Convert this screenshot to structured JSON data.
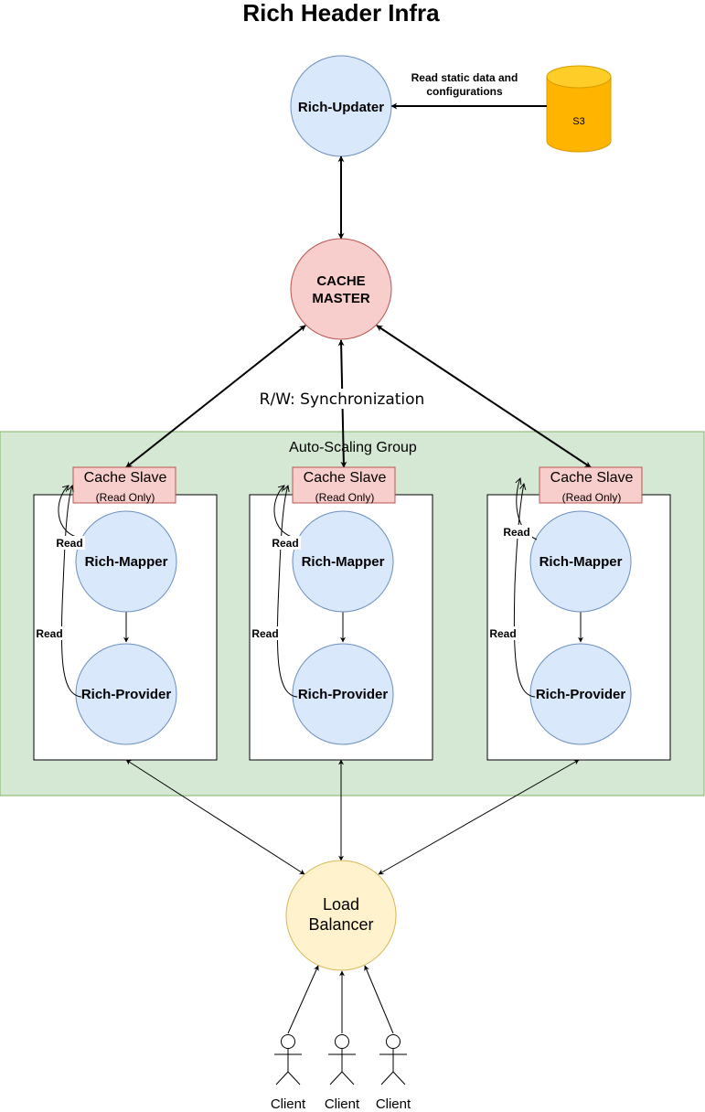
{
  "title": "Rich Header Infra",
  "rich_updater": {
    "label": "Rich-Updater"
  },
  "s3": {
    "label": "S3",
    "edge_label_line1": "Read static data and",
    "edge_label_line2": "configurations"
  },
  "cache_master": {
    "label_line1": "CACHE",
    "label_line2": "MASTER"
  },
  "sync_label": "R/W: Synchronization",
  "asg": {
    "label": "Auto-Scaling Group"
  },
  "instances": [
    {
      "slave_title": "Cache Slave",
      "slave_sub": "(Read Only)",
      "mapper": "Rich-Mapper",
      "provider": "Rich-Provider",
      "read_mapper": "Read",
      "read_provider": "Read"
    },
    {
      "slave_title": "Cache Slave",
      "slave_sub": "(Read Only)",
      "mapper": "Rich-Mapper",
      "provider": "Rich-Provider",
      "read_mapper": "Read",
      "read_provider": "Read"
    },
    {
      "slave_title": "Cache Slave",
      "slave_sub": "(Read Only)",
      "mapper": "Rich-Mapper",
      "provider": "Rich-Provider",
      "read_mapper": "Read",
      "read_provider": "Read"
    }
  ],
  "load_balancer": {
    "label_line1": "Load",
    "label_line2": "Balancer"
  },
  "clients": [
    {
      "label": "Client"
    },
    {
      "label": "Client"
    },
    {
      "label": "Client"
    }
  ],
  "colors": {
    "blue_fill": "#dae8fc",
    "blue_stroke": "#6c8ebf",
    "red_fill": "#f8cecc",
    "red_stroke": "#b85450",
    "green_fill": "#d5e8d4",
    "green_stroke": "#82b366",
    "yellow_fill": "#fff2cc",
    "yellow_stroke": "#d6b656",
    "orange_fill": "#ffcd28",
    "orange_dark": "#ffa500",
    "orange_stroke": "#d79b00"
  }
}
